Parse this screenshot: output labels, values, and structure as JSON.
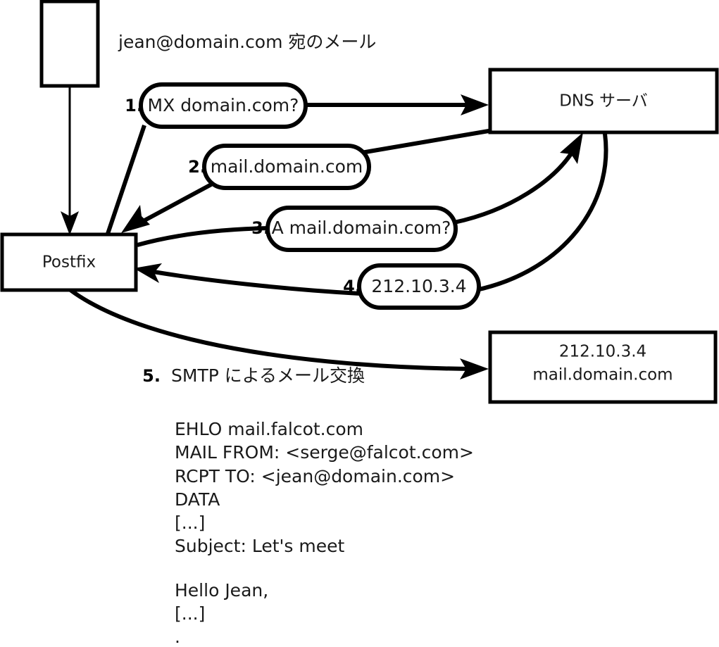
{
  "diagram": {
    "title_caption": "jean@domain.com 宛のメール",
    "nodes": {
      "sender_box": {
        "label": ""
      },
      "postfix_box": {
        "label": "Postfix"
      },
      "dns_box": {
        "label": "DNS サーバ"
      },
      "mailserver_box": {
        "line1": "212.10.3.4",
        "line2": "mail.domain.com"
      }
    },
    "steps": [
      {
        "num": "1.",
        "label": "MX domain.com?"
      },
      {
        "num": "2.",
        "label": "mail.domain.com"
      },
      {
        "num": "3.",
        "label": "A mail.domain.com?"
      },
      {
        "num": "4.",
        "label": "212.10.3.4"
      },
      {
        "num": "5.",
        "label": "SMTP によるメール交換"
      }
    ],
    "smtp_transcript": [
      "EHLO mail.falcot.com",
      "MAIL FROM: <serge@falcot.com>",
      "RCPT TO: <jean@domain.com>",
      "DATA",
      "[...]",
      "Subject: Let's meet",
      "",
      "Hello Jean,",
      "[...]",
      "."
    ],
    "colors": {
      "stroke": "#000000",
      "fill": "#ffffff",
      "text": "#1a1a1a"
    }
  }
}
